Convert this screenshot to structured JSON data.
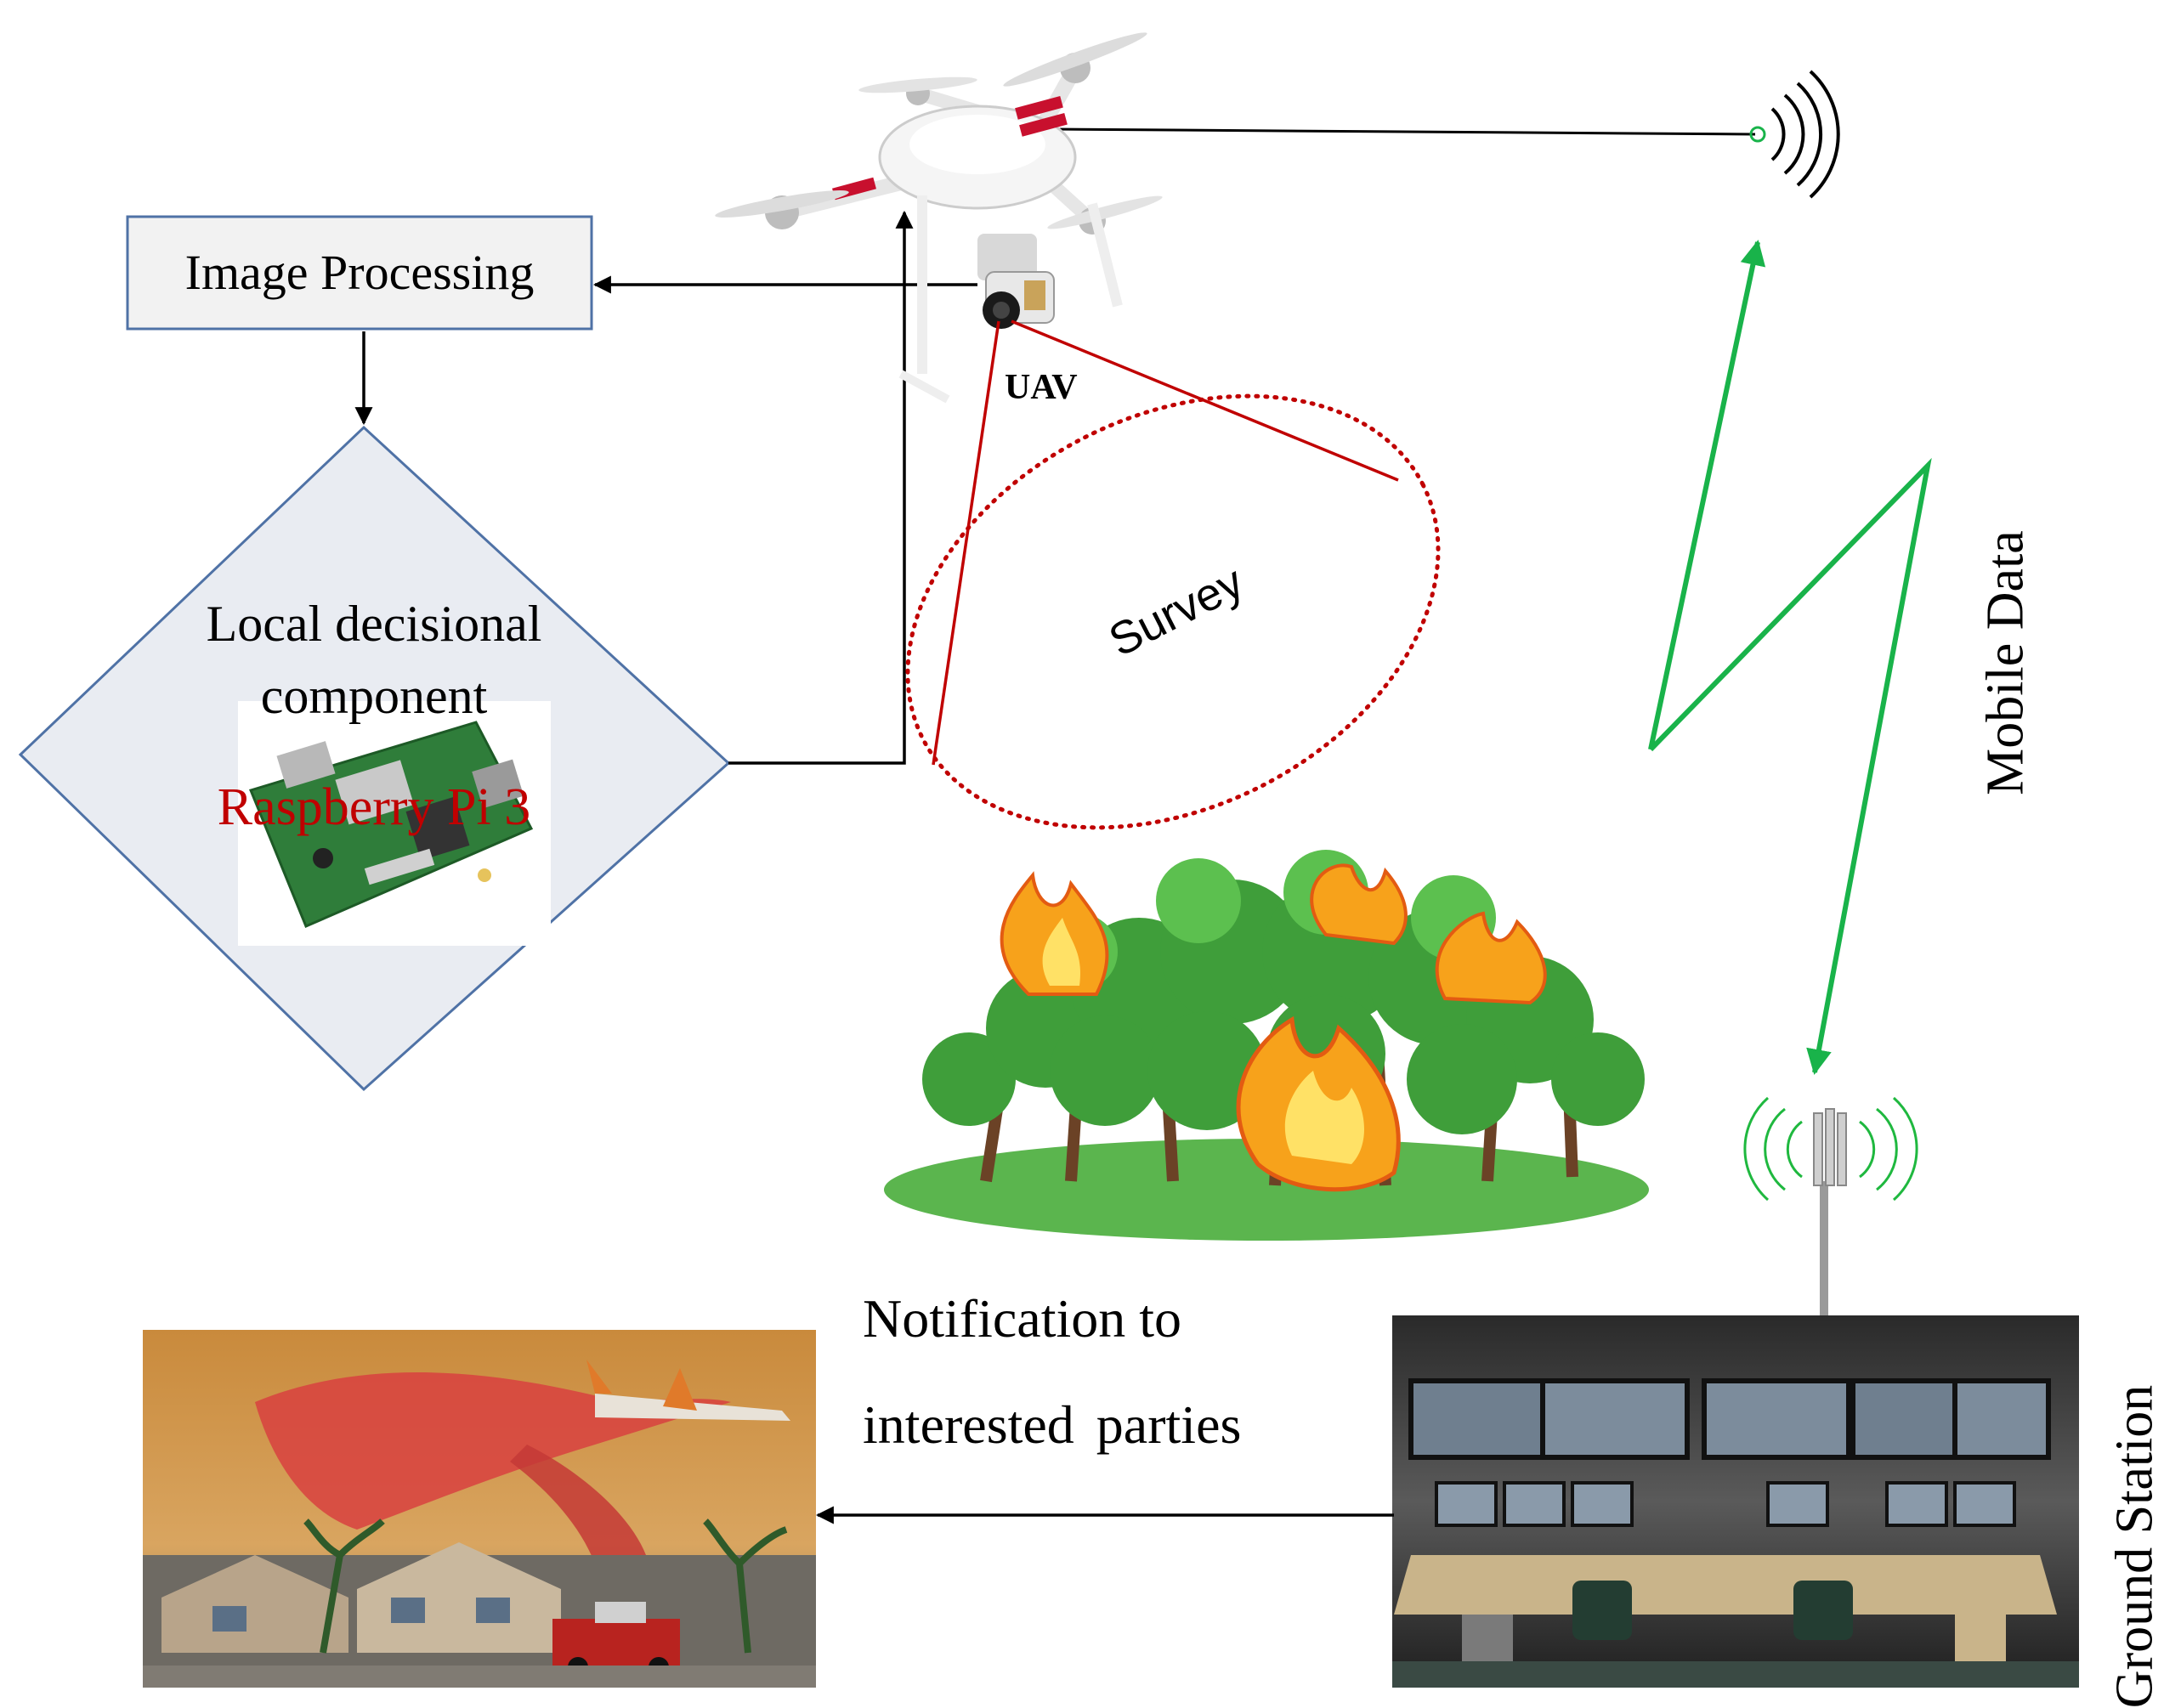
{
  "nodes": {
    "image_processing": "Image Processing",
    "local_decision_line1": "Local decisional",
    "local_decision_line2": "component",
    "raspberry_pi": "Raspberry Pi 3",
    "uav": "UAV",
    "survey": "Survey",
    "mobile_data": "Mobile Data",
    "ground_station": "Ground Station",
    "notification_line1": "Notification to",
    "notification_line2": "interested  parties"
  },
  "colors": {
    "box_fill": "#f2f2f2",
    "box_border": "#4f72a6",
    "diamond_fill": "#e9ecf2",
    "survey_line": "#c00000",
    "mobile_link": "#19b34a",
    "wireless": "#1fb83f",
    "fire": "#f7a21b",
    "tree": "#3f9e3a"
  },
  "icons": [
    "drone-icon",
    "raspberry-pi-board-icon",
    "wifi-signal-icon",
    "cell-tower-icon",
    "forest-fire-icon",
    "control-room-image",
    "firefighting-aircraft-image"
  ]
}
